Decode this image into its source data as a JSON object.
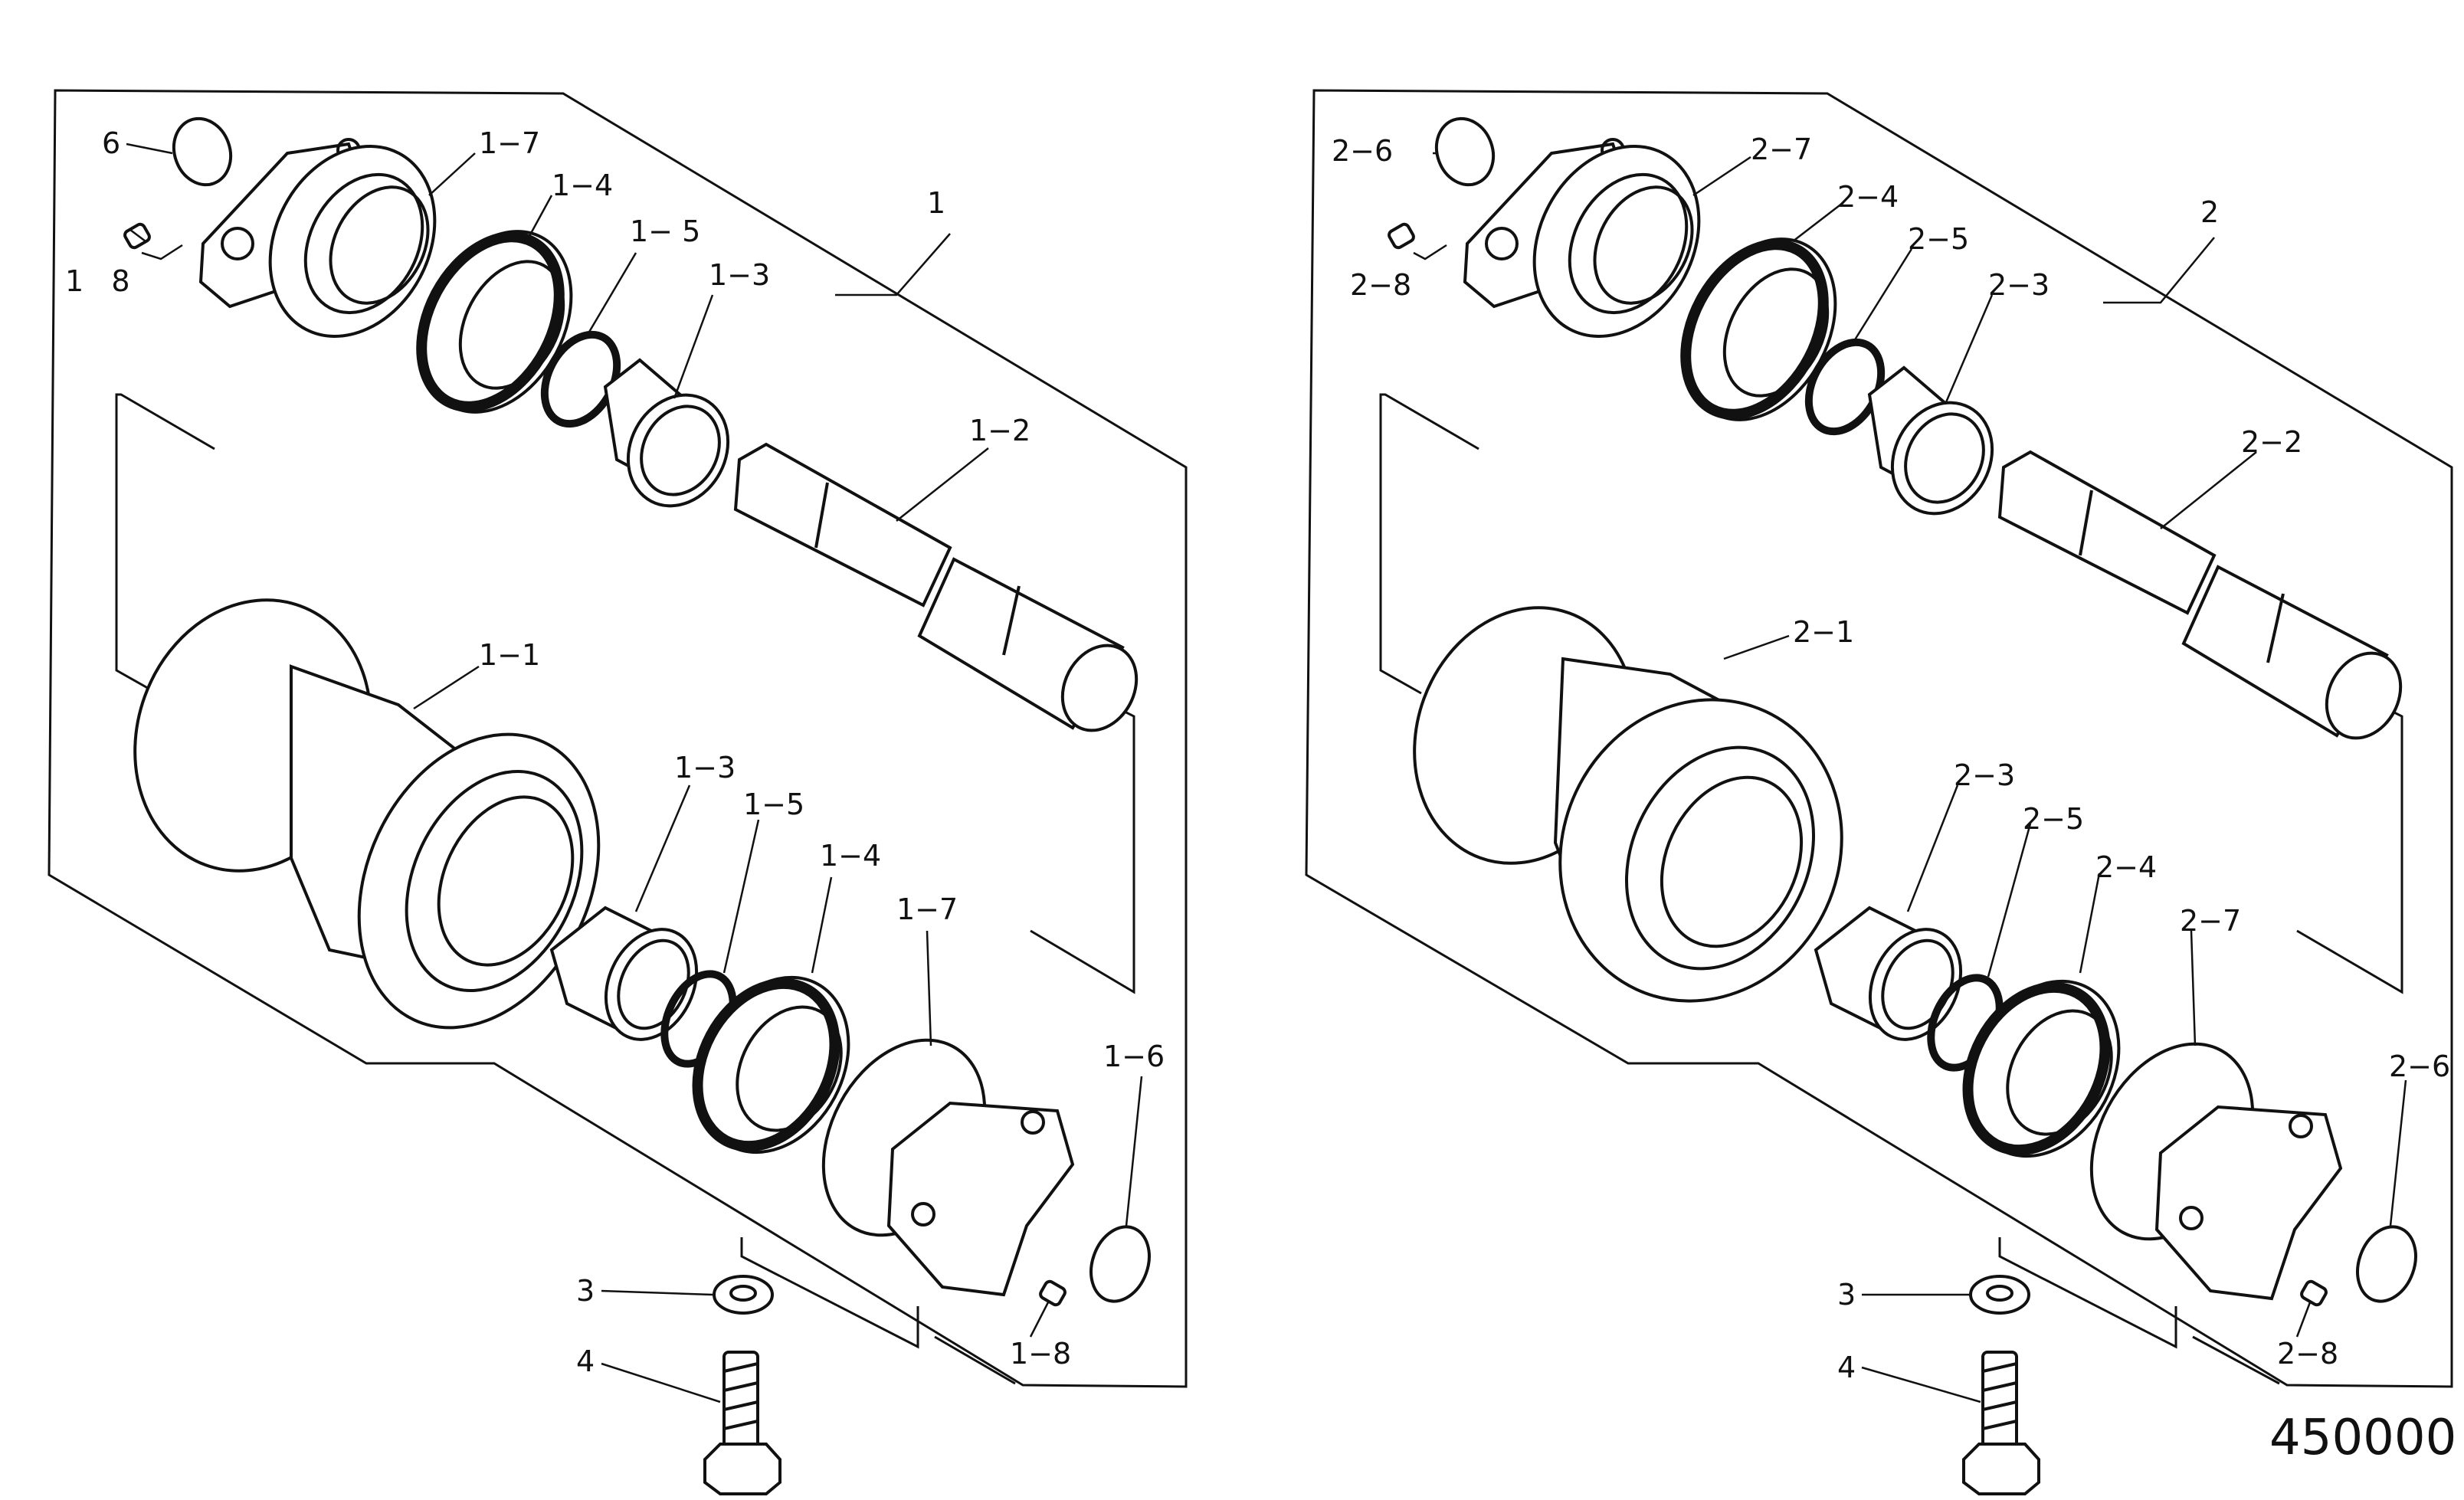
{
  "document_number": "450000",
  "left_assembly": {
    "assembly_callout": "1",
    "callouts": {
      "snap_ring_top": "6",
      "plug_top": "1   8",
      "collar_top": "1−7",
      "seal_top": "1−4",
      "o_ring_top": "1− 5",
      "bushing_top": "1−3",
      "shaft": "1−2",
      "roller": "1−1",
      "bushing_bottom": "1−3",
      "o_ring_bottom": "1−5",
      "seal_bottom": "1−4",
      "collar_bottom": "1−7",
      "snap_ring_bottom": "1−6",
      "plug_bottom": "1−8",
      "washer": "3",
      "bolt": "4"
    }
  },
  "right_assembly": {
    "assembly_callout": "2",
    "callouts": {
      "snap_ring_top": "2−6",
      "plug_top": "2−8",
      "collar_top": "2−7",
      "seal_top": "2−4",
      "o_ring_top": "2−5",
      "bushing_top": "2−3",
      "shaft": "2−2",
      "roller": "2−1",
      "bushing_bottom": "2−3",
      "o_ring_bottom": "2−5",
      "seal_bottom": "2−4",
      "collar_bottom": "2−7",
      "snap_ring_bottom": "2−6",
      "plug_bottom": "2−8",
      "washer": "3",
      "bolt": "4"
    }
  }
}
